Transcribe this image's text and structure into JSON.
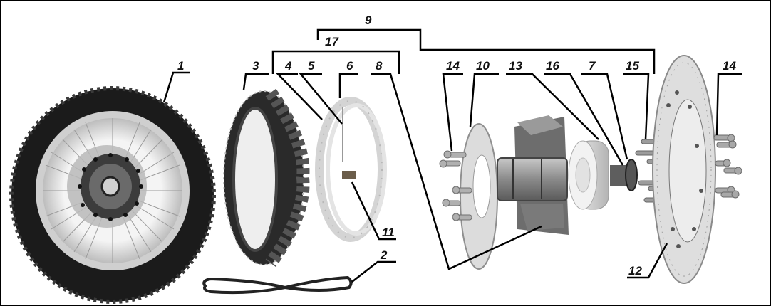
{
  "diagram": {
    "type": "exploded-parts-diagram",
    "subject": "motorcycle front wheel assembly",
    "colors": {
      "border": "#000000",
      "leader": "#000000",
      "tire": "#1e1e1e",
      "rim": "#d8d8d8",
      "metal": "#9a9a9a",
      "background": "#ffffff"
    },
    "callouts": [
      {
        "id": "c1",
        "label": "1",
        "target": "assembled-wheel"
      },
      {
        "id": "c2",
        "label": "2",
        "target": "rim-tape-band"
      },
      {
        "id": "c3",
        "label": "3",
        "target": "tire"
      },
      {
        "id": "c4",
        "label": "4",
        "target": "inner-tube"
      },
      {
        "id": "c5",
        "label": "5",
        "target": "valve"
      },
      {
        "id": "c6",
        "label": "6",
        "target": "rim"
      },
      {
        "id": "c7",
        "label": "7",
        "target": "oil-seal"
      },
      {
        "id": "c8",
        "label": "8",
        "target": "wheel-hub"
      },
      {
        "id": "c9",
        "label": "9",
        "target": "group-bracket-hub-assembly"
      },
      {
        "id": "c10",
        "label": "10",
        "target": "rear-brake-disc-flange"
      },
      {
        "id": "c11",
        "label": "11",
        "target": "rim-lock-plate"
      },
      {
        "id": "c12",
        "label": "12",
        "target": "brake-disc"
      },
      {
        "id": "c13",
        "label": "13",
        "target": "hub-cover-drum"
      },
      {
        "id": "c14a",
        "label": "14",
        "target": "bolts-left"
      },
      {
        "id": "c14b",
        "label": "14",
        "target": "bolts-right"
      },
      {
        "id": "c15",
        "label": "15",
        "target": "disc-studs"
      },
      {
        "id": "c16",
        "label": "16",
        "target": "spacer-sleeve"
      },
      {
        "id": "c17",
        "label": "17",
        "target": "group-bracket-rim-assembly"
      }
    ]
  }
}
